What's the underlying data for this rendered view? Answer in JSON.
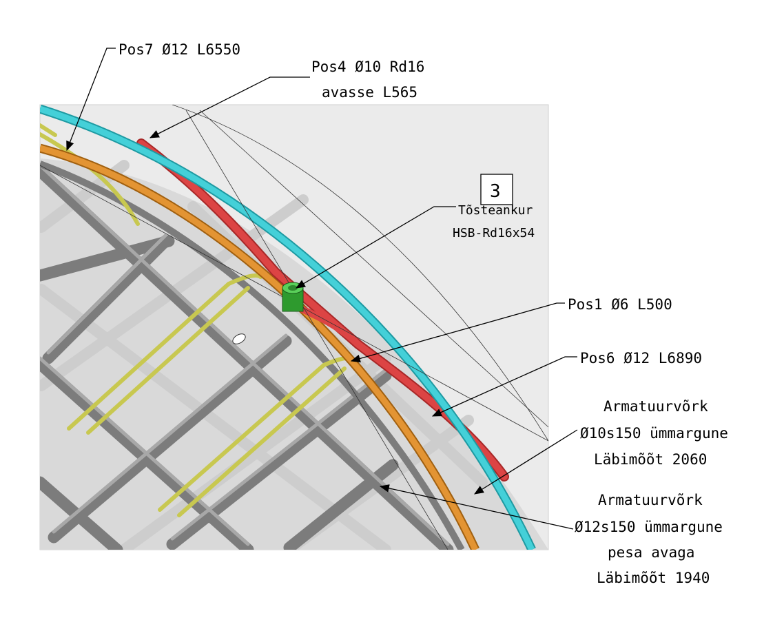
{
  "labels": {
    "pos7": "Pos7 Ø12 L6550",
    "pos4_line1": "Pos4 Ø10 Rd16",
    "pos4_line2": "avasse L565",
    "detail_number": "3",
    "anchor_line1": "Tõsteankur",
    "anchor_line2": "HSB-Rd16x54",
    "pos1": "Pos1 Ø6 L500",
    "pos6": "Pos6 Ø12 L6890",
    "mesh1_line1": "Armatuurvõrk",
    "mesh1_line2": "Ø10s150 ümmargune",
    "mesh1_line3": "Läbimõõt 2060",
    "mesh2_line1": "Armatuurvõrk",
    "mesh2_line2": "Ø12s150 ümmargune",
    "mesh2_line3": "pesa avaga",
    "mesh2_line4": "Läbimõõt 1940"
  },
  "colors": {
    "panel_bg": "#e4e4e4",
    "panel_inner": "#d8d8d8",
    "mesh_bar": "#8a8a8a",
    "ring_orange": "#e09030",
    "ring_cyan": "#40c8d0",
    "bar_red": "#d84040",
    "hook_yellow": "#d8d860",
    "anchor_green": "#40b040"
  }
}
